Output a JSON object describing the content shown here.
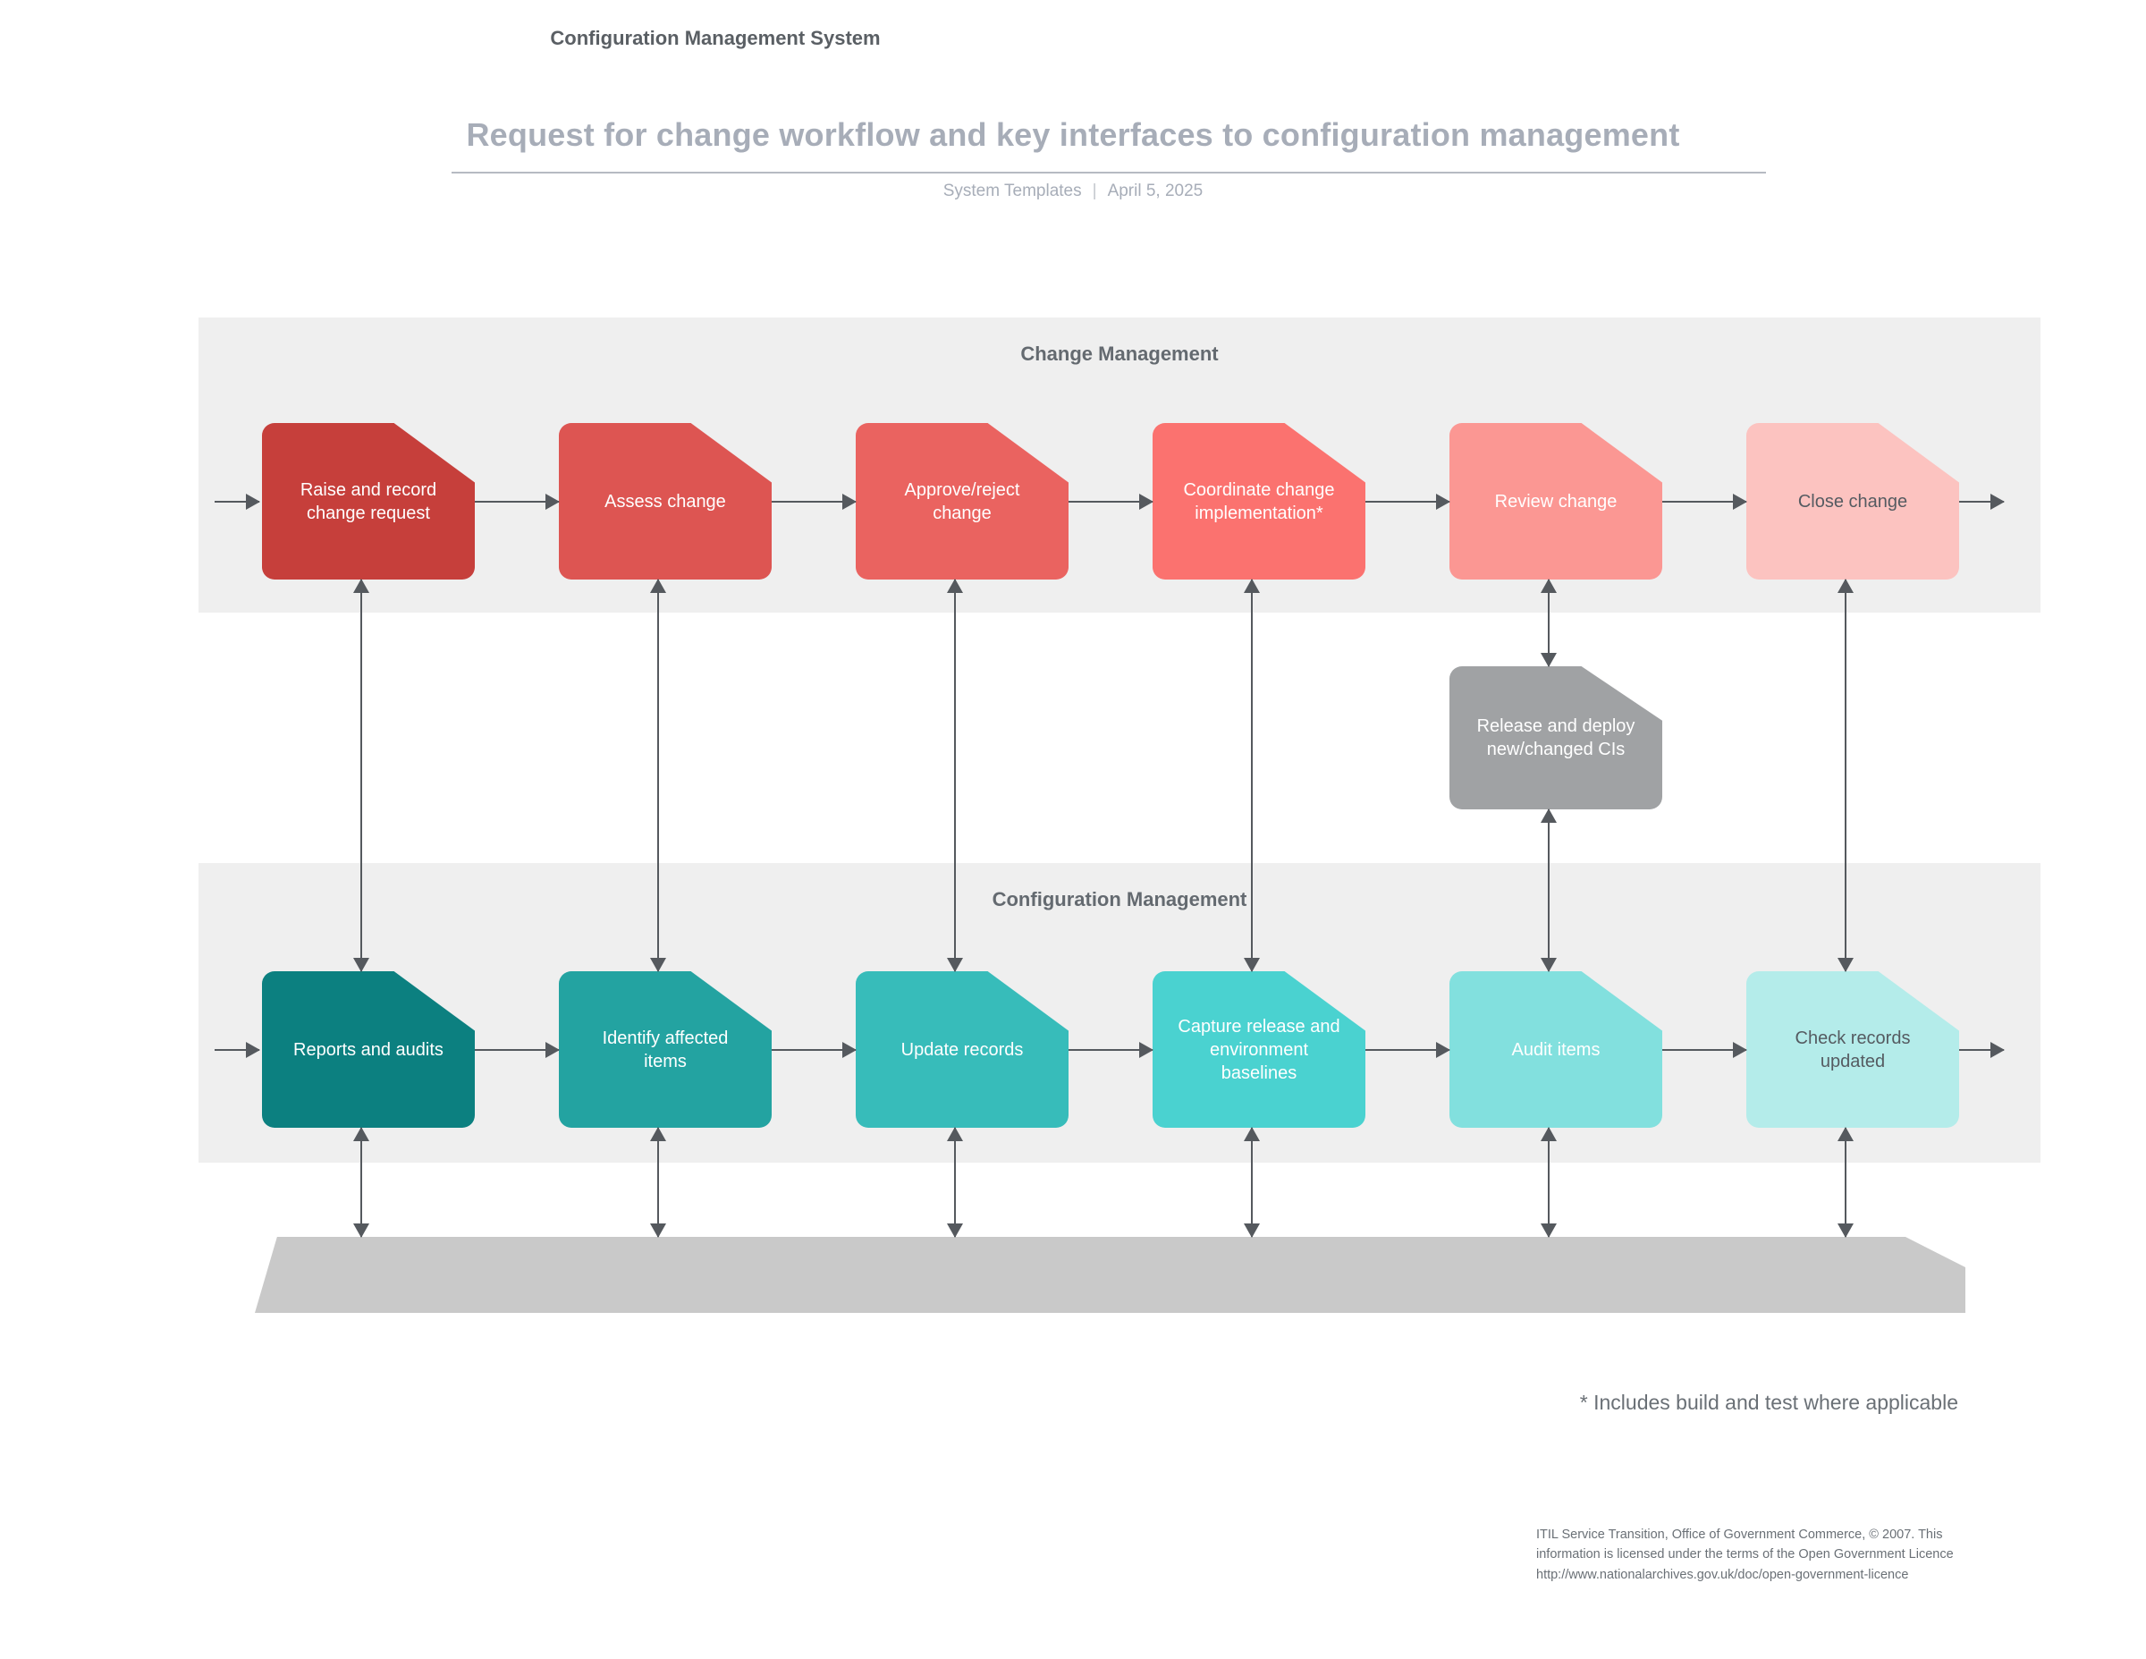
{
  "header": {
    "title": "Request for change workflow and key interfaces to configuration management",
    "source": "System Templates",
    "separator": "|",
    "date": "April 5, 2025"
  },
  "lanes": [
    {
      "id": "change-management",
      "title": "Change Management",
      "accent": "#c0392b",
      "nodes": [
        {
          "label": "Raise and record\nchange request",
          "color": "#c63f3b",
          "text_color": "#ffffff"
        },
        {
          "label": "Assess change",
          "color": "#dd5552",
          "text_color": "#ffffff"
        },
        {
          "label": "Approve/reject\nchange",
          "color": "#ea6360",
          "text_color": "#ffffff"
        },
        {
          "label": "Coordinate change\nimplementation*",
          "color": "#fb726f",
          "text_color": "#ffffff"
        },
        {
          "label": "Review change",
          "color": "#fb9793",
          "text_color": "#ffffff"
        },
        {
          "label": "Close change",
          "color": "#fcc3c0",
          "text_color": "#555b61"
        }
      ]
    },
    {
      "id": "configuration-management",
      "title": "Configuration Management",
      "accent": "#0b7f7f",
      "nodes": [
        {
          "label": "Reports and audits",
          "color": "#0c8080",
          "text_color": "#ffffff"
        },
        {
          "label": "Identify affected\nitems",
          "color": "#23a3a1",
          "text_color": "#ffffff"
        },
        {
          "label": "Update records",
          "color": "#37bcba",
          "text_color": "#ffffff"
        },
        {
          "label": "Capture release and\nenvironment\nbaselines",
          "color": "#4ad2d0",
          "text_color": "#ffffff"
        },
        {
          "label": "Audit items",
          "color": "#82e0de",
          "text_color": "#ffffff"
        },
        {
          "label": "Check records\nupdated",
          "color": "#b4ecea",
          "text_color": "#555b61"
        }
      ]
    }
  ],
  "release_node": {
    "label": "Release and deploy\nnew/changed CIs",
    "color": "#a0a2a4",
    "text_color": "#ffffff"
  },
  "cms_banner": {
    "label": "Configuration Management System",
    "color": "#c9c9c9"
  },
  "footnote": "* Includes build and test where applicable",
  "attribution": {
    "line1": "ITIL Service Transition, Office of Government Commerce, © 2007. This",
    "line2": "information is licensed under the terms of the Open Government Licence",
    "line3": "http://www.nationalarchives.gov.uk/doc/open-government-licence"
  }
}
